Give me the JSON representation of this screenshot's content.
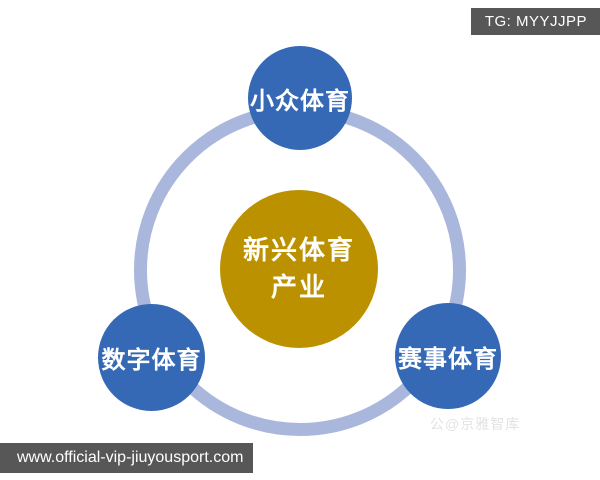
{
  "badge": {
    "text": "TG: MYYJJPP"
  },
  "footer": {
    "url": "www.official-vip-jiuyousport.com"
  },
  "watermark": {
    "text": "公@京雅智库"
  },
  "diagram": {
    "center": {
      "line1": "新兴体育",
      "line2": "产业"
    },
    "nodes": [
      {
        "id": "top",
        "label": "小众体育"
      },
      {
        "id": "bottom-left",
        "label": "数字体育"
      },
      {
        "id": "bottom-right",
        "label": "赛事体育"
      }
    ],
    "colors": {
      "node_blue": "#3568B5",
      "center_gold": "#BC9100",
      "ring": "#AAB7DC",
      "bar_gray": "#575757",
      "text_white": "#FFFFFF"
    }
  }
}
